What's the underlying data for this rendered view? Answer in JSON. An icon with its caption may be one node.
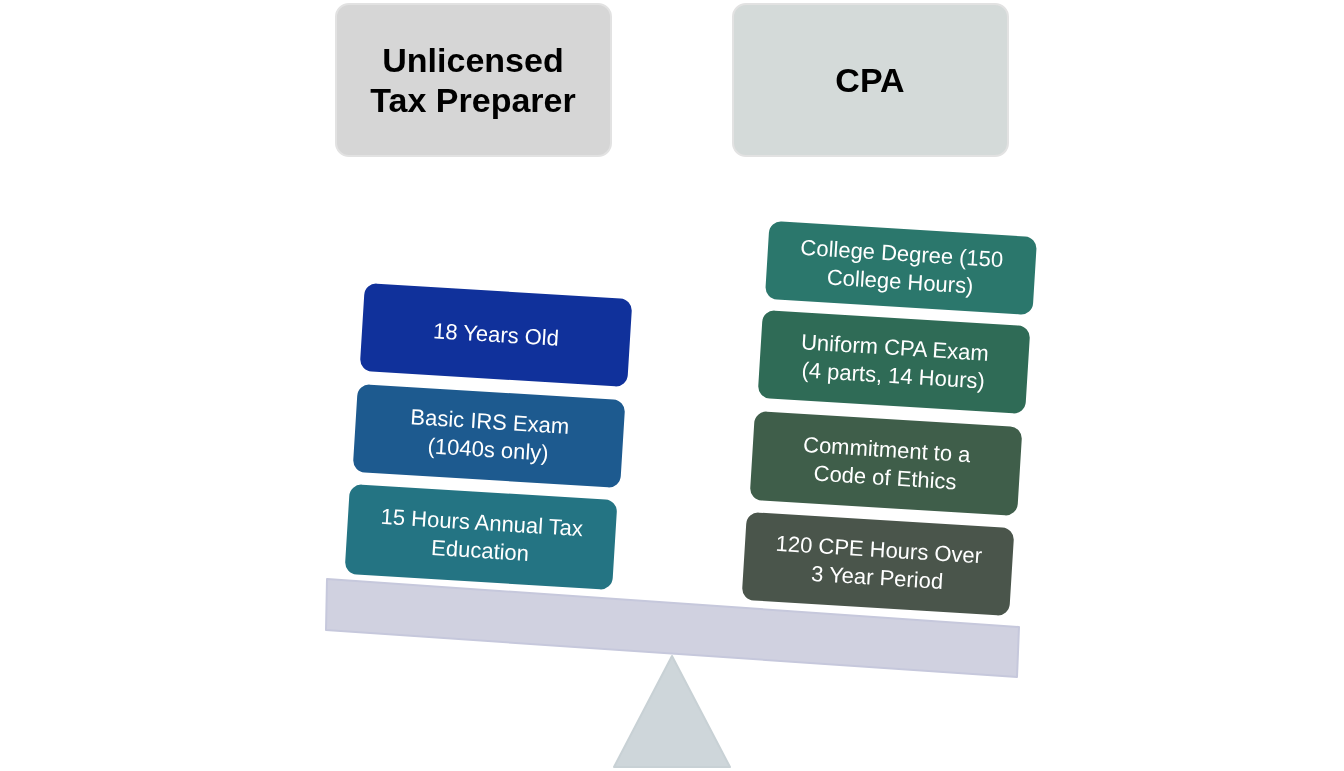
{
  "diagram": {
    "nodes": [
      {
        "text": [
          "Unlicensed Tax Preparer"
        ]
      },
      {
        "text": [
          "CPA"
        ]
      },
      {
        "text": [
          "18 Years Old"
        ]
      },
      {
        "text": [
          "Basic IRS Exam (1040s only)"
        ]
      },
      {
        "text": [
          "15 Hours Annual Tax Education"
        ]
      },
      {
        "text": [
          "College Degree (150 College Hours)"
        ]
      },
      {
        "text": [
          "Uniform CPA Exam (4 parts, 14 Hours)"
        ]
      },
      {
        "text": [
          "Commitment to a Code of Ethics"
        ]
      },
      {
        "text": [
          "120 CPE Hours Over 3 Year Period"
        ]
      },
      {
        "text": [],
        "shape": "bar"
      },
      {
        "text": [],
        "shape": "triangle"
      }
    ]
  }
}
